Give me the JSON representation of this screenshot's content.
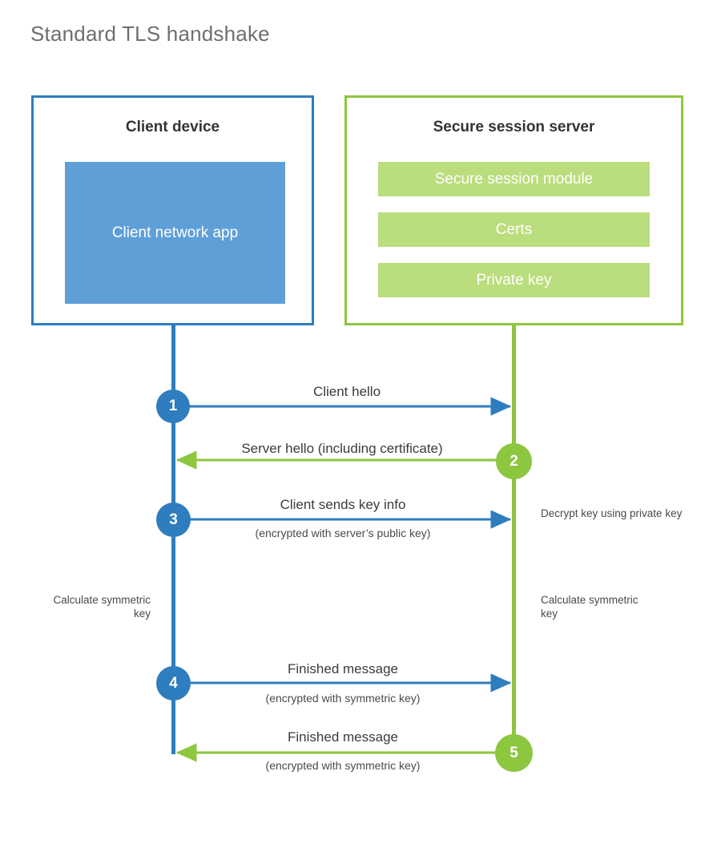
{
  "title": "Standard TLS handshake",
  "colors": {
    "client_accent": "#2E7DBE",
    "client_fill": "#5E9FD8",
    "server_accent": "#8DC63F",
    "server_fill": "#BADD7D",
    "title_text": "#6f6f6f",
    "body_text": "#3b3b3b",
    "background": "#ffffff"
  },
  "client": {
    "title": "Client device",
    "app_label": "Client network app"
  },
  "server": {
    "title": "Secure session server",
    "components": [
      {
        "label": "Secure session module"
      },
      {
        "label": "Certs"
      },
      {
        "label": "Private key"
      }
    ]
  },
  "steps": [
    {
      "number": "1",
      "direction": "client-to-server",
      "owner": "client",
      "primary": "Client hello",
      "sub": ""
    },
    {
      "number": "2",
      "direction": "server-to-client",
      "owner": "server",
      "primary": "Server hello (including certificate)",
      "sub": ""
    },
    {
      "number": "3",
      "direction": "client-to-server",
      "owner": "client",
      "primary": "Client sends key info",
      "sub": "(encrypted with server’s public key)"
    },
    {
      "number": "4",
      "direction": "client-to-server",
      "owner": "client",
      "primary": "Finished message",
      "sub": "(encrypted with symmetric key)"
    },
    {
      "number": "5",
      "direction": "server-to-client",
      "owner": "server",
      "primary": "Finished message",
      "sub": "(encrypted with symmetric key)"
    }
  ],
  "notes": {
    "server_decrypt": "Decrypt key using private key",
    "client_calculate": "Calculate symmetric key",
    "server_calculate": "Calculate symmetric key"
  }
}
